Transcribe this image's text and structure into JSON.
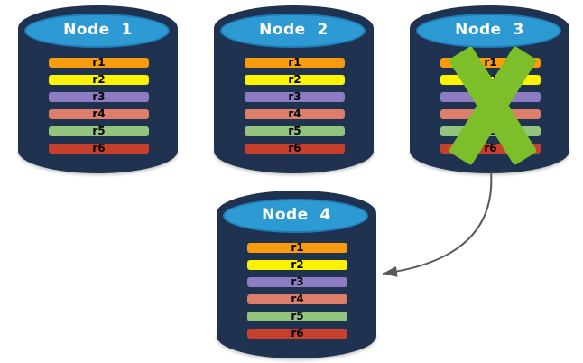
{
  "nodes": [
    {
      "name": "Node  1",
      "status": "ok",
      "records": [
        "r1",
        "r2",
        "r3",
        "r4",
        "r5",
        "r6"
      ]
    },
    {
      "name": "Node  2",
      "status": "ok",
      "records": [
        "r1",
        "r2",
        "r3",
        "r4",
        "r5",
        "r6"
      ]
    },
    {
      "name": "Node  3",
      "status": "failed",
      "records": [
        "r1",
        "r2",
        "r3",
        "r4",
        "r5",
        "r6"
      ]
    },
    {
      "name": "Node  4",
      "status": "ok",
      "records": [
        "r1",
        "r2",
        "r3",
        "r4",
        "r5",
        "r6"
      ]
    }
  ],
  "record_colors": {
    "r1": "#F89C0D",
    "r2": "#FDF202",
    "r3": "#8E7CC3",
    "r4": "#DD7E6B",
    "r5": "#93C47D",
    "r6": "#C7402D"
  },
  "colors": {
    "background": "#FFFFFF",
    "cylinder_body": "#1F3351",
    "cylinder_top": "#2E9AD3",
    "cylinder_top_border": "#1E7DB8",
    "record_label": "#000000",
    "title_text": "#FFFFFF",
    "failure_x": "#7CBF2B",
    "arrow": "#595959"
  },
  "arrow": {
    "from": "Node 3",
    "to": "Node 4"
  }
}
